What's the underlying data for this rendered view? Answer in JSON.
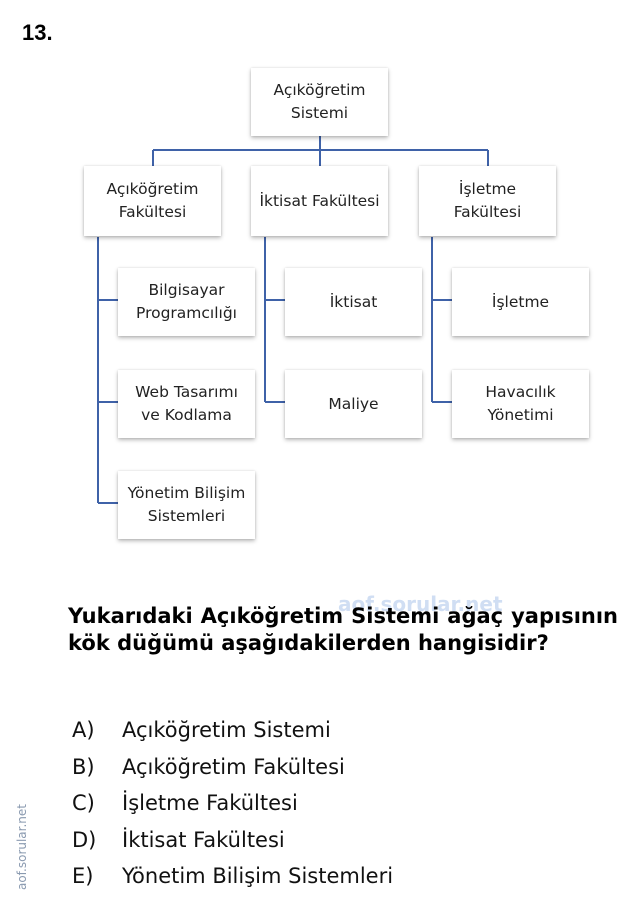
{
  "question_number": "13.",
  "tree": {
    "root": "Açıköğretim\nSistemi",
    "branches": [
      {
        "label": "Açıköğretim\nFakültesi",
        "children": [
          "Bilgisayar\nProgramcılığı",
          "Web Tasarımı\nve Kodlama",
          "Yönetim Bilişim\nSistemleri"
        ]
      },
      {
        "label": "İktisat Fakültesi",
        "children": [
          "İktisat",
          "Maliye"
        ]
      },
      {
        "label": "İşletme\nFakültesi",
        "children": [
          "İşletme",
          "Havacılık\nYönetimi"
        ]
      }
    ]
  },
  "watermark": "aof.sorular.net",
  "side_watermark": "aof.sorular.net",
  "question_text": "Yukarıdaki Açıköğretim Sistemi ağaç yapısının kök düğümü aşağıdakilerden hangisidir?",
  "options": [
    {
      "letter": "A)",
      "text": "Açıköğretim Sistemi"
    },
    {
      "letter": "B)",
      "text": "Açıköğretim Fakültesi"
    },
    {
      "letter": "C)",
      "text": "İşletme Fakültesi"
    },
    {
      "letter": "D)",
      "text": "İktisat Fakültesi"
    },
    {
      "letter": "E)",
      "text": "Yönetim Bilişim Sistemleri"
    }
  ],
  "colors": {
    "connector": "#3f62a8"
  }
}
